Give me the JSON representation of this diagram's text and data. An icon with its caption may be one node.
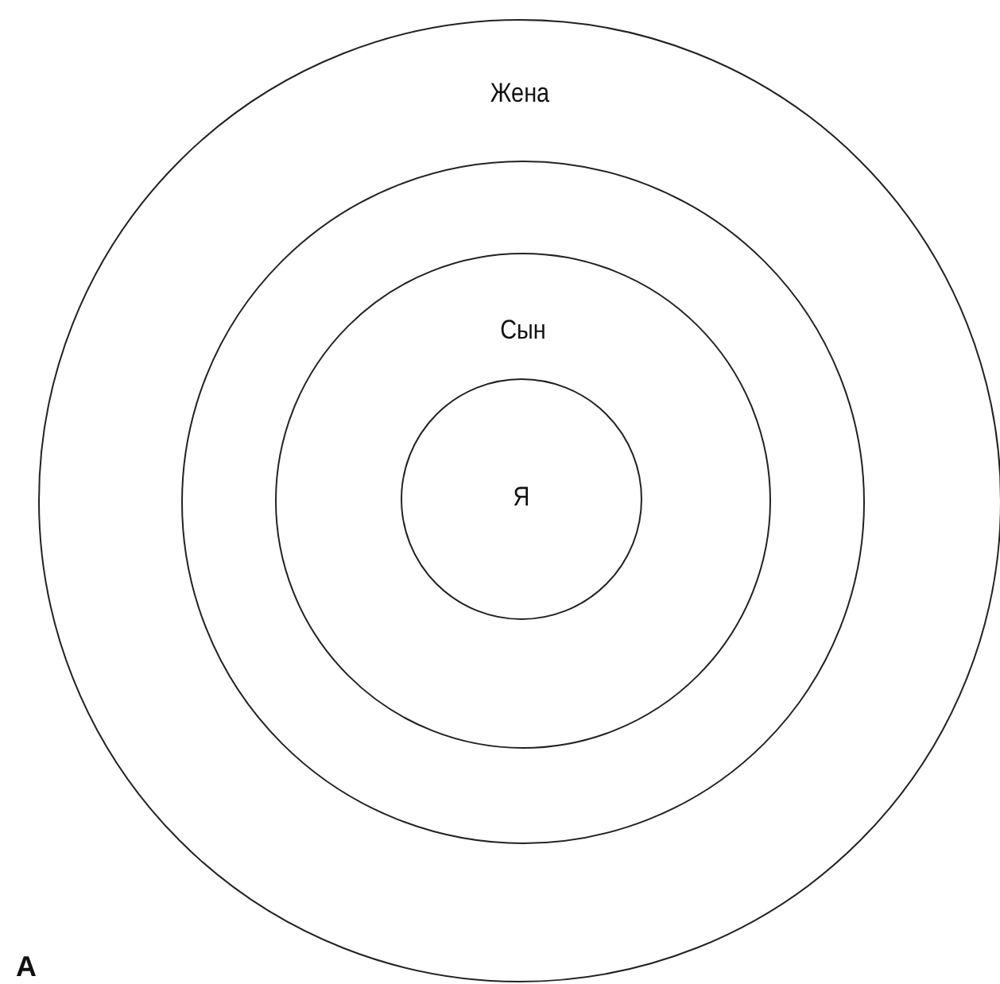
{
  "diagram": {
    "nodes": [
      {
        "text": [
          "Жена"
        ]
      },
      {
        "text": [],
        "shape": "circle",
        "in": 0
      },
      {
        "text": [
          "Сын"
        ],
        "in": 1
      },
      {
        "text": [
          "Я"
        ],
        "in": 2
      }
    ],
    "labels": [
      "А"
    ]
  }
}
